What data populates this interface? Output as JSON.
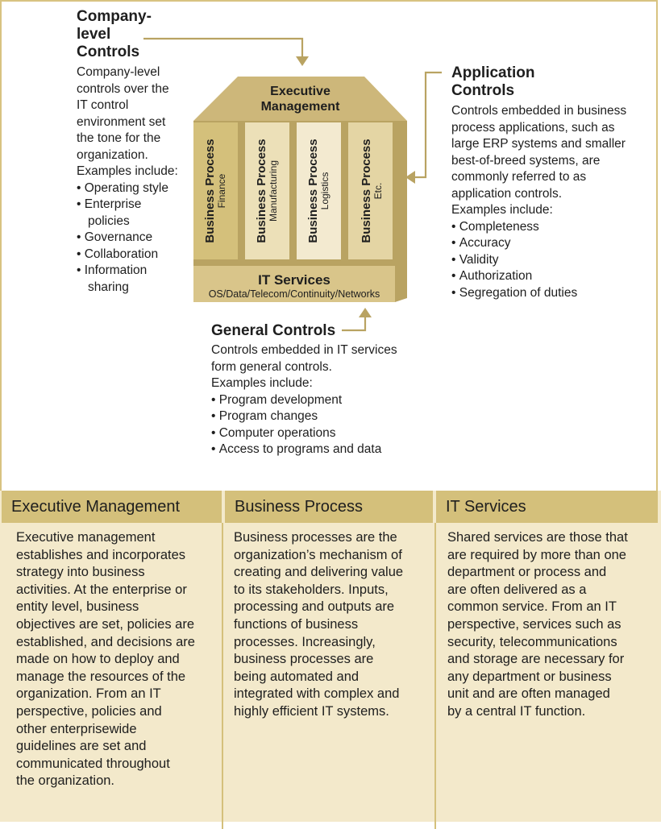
{
  "company_controls": {
    "title_line1": "Company-level",
    "title_line2": "Controls",
    "body_lines": [
      "Company-level",
      "controls over the",
      "IT control",
      "environment set",
      "the tone for the",
      "organization.",
      "Examples include:"
    ],
    "bullets": [
      "Operating style",
      "Enterprise policies",
      "Governance",
      "Collaboration",
      "Information sharing"
    ]
  },
  "application_controls": {
    "title_line1": "Application",
    "title_line2": "Controls",
    "body_lines": [
      "Controls embedded in business",
      "process applications, such as",
      "large ERP systems and smaller",
      "best-of-breed systems, are",
      "commonly referred to as",
      "application controls.",
      "Examples include:"
    ],
    "bullets": [
      "Completeness",
      "Accuracy",
      "Validity",
      "Authorization",
      "Segregation of duties"
    ]
  },
  "general_controls": {
    "title": "General Controls",
    "body_lines": [
      "Controls embedded in IT services",
      "form general controls.",
      "Examples include:"
    ],
    "bullets": [
      "Program development",
      "Program changes",
      "Computer operations",
      "Access to programs and data"
    ]
  },
  "house": {
    "roof_line1": "Executive",
    "roof_line2": "Management",
    "columns": [
      {
        "main": "Business Process",
        "sub": "Finance"
      },
      {
        "main": "Business Process",
        "sub": "Manufacturing"
      },
      {
        "main": "Business Process",
        "sub": "Logistics"
      },
      {
        "main": "Business Process",
        "sub": "Etc."
      }
    ],
    "base_title": "IT Services",
    "base_sub": "OS/Data/Telecom/Continuity/Networks"
  },
  "table": {
    "headers": [
      "Executive Management",
      "Business Process",
      "IT Services"
    ],
    "bodies": [
      [
        "Executive management",
        "establishes and incorporates",
        "strategy into business",
        "activities. At the enterprise or",
        "entity level, business",
        "objectives are set, policies are",
        "established, and decisions are",
        "made on how to deploy and",
        "manage the resources of the",
        "organization. From an IT",
        "perspective, policies and",
        "other enterprisewide",
        "guidelines are set and",
        "communicated throughout",
        "the organization."
      ],
      [
        "Business processes are the",
        "organization’s mechanism of",
        "creating and delivering value",
        "to its stakeholders. Inputs,",
        "processing and outputs are",
        "functions of business",
        "processes. Increasingly,",
        "business processes are",
        "being automated and",
        "integrated with complex and",
        "highly efficient IT systems."
      ],
      [
        "Shared services are those that",
        "are required by more than one",
        "department or process and",
        "are often delivered as a",
        "common service. From an IT",
        "perspective, services such as",
        "security, telecommunications",
        "and storage are necessary for",
        "any department or business",
        "unit and are often managed",
        "by a central IT function."
      ]
    ]
  },
  "colors": {
    "border": "#d8c381",
    "header": "#d4c07b",
    "panel": "#f3e9cb",
    "house_light": "#ece0b8",
    "house_mid": "#d9c58a",
    "house_dark": "#b9a362"
  }
}
